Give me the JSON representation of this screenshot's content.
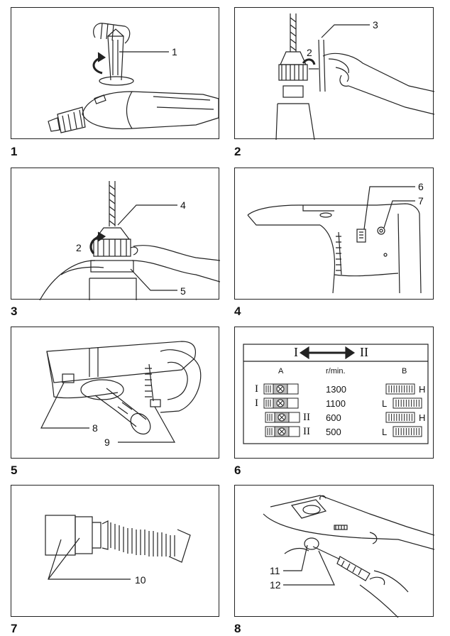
{
  "figures": [
    {
      "number": "1",
      "callouts": [
        "1"
      ]
    },
    {
      "number": "2",
      "callouts": [
        "3",
        "2"
      ]
    },
    {
      "number": "3",
      "callouts": [
        "4",
        "2",
        "5"
      ]
    },
    {
      "number": "4",
      "callouts": [
        "6",
        "7"
      ]
    },
    {
      "number": "5",
      "callouts": [
        "8",
        "9"
      ]
    },
    {
      "number": "6",
      "callouts": []
    },
    {
      "number": "7",
      "callouts": [
        "10"
      ]
    },
    {
      "number": "8",
      "callouts": [
        "11",
        "12"
      ]
    }
  ],
  "speed_table": {
    "arrow_left": "I",
    "arrow_right": "II",
    "col_a": "A",
    "col_rpm": "r/min.",
    "col_b": "B",
    "rows": [
      {
        "left_mark": "I",
        "right_mark": "",
        "rpm": "1300",
        "b_label": "H"
      },
      {
        "left_mark": "I",
        "right_mark": "",
        "rpm": "1100",
        "b_label": "L"
      },
      {
        "left_mark": "",
        "right_mark": "II",
        "rpm": "600",
        "b_label": "H"
      },
      {
        "left_mark": "",
        "right_mark": "II",
        "rpm": "500",
        "b_label": "L"
      }
    ]
  }
}
